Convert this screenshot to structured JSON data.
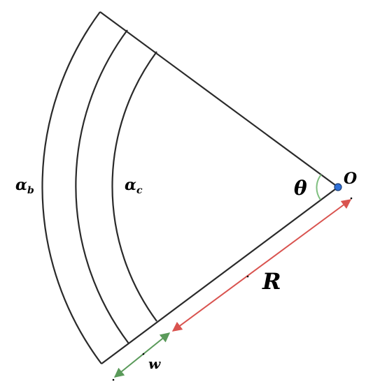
{
  "labels": {
    "alpha_b": {
      "base": "α",
      "sub": "b"
    },
    "alpha_c": {
      "base": "α",
      "sub": "c"
    },
    "theta": "θ",
    "origin": "O",
    "radius": "R",
    "width": "w"
  },
  "colors": {
    "line": "#2a2a2a",
    "radius_arrow": "#d9534f",
    "width_arrow": "#5a9a5a",
    "angle_arc": "#7fbf7f",
    "origin_dot": "#2f6fd6",
    "origin_dot_stroke": "#1a3f7a"
  }
}
